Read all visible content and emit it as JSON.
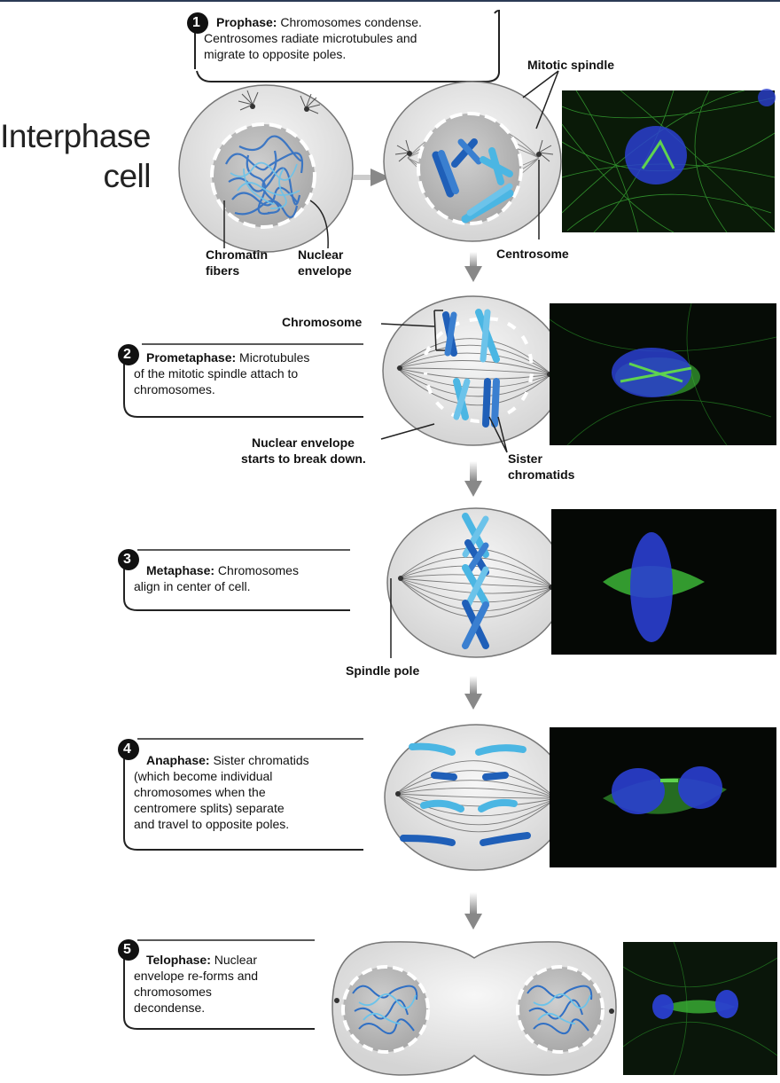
{
  "interphase": {
    "line1": "Interphase",
    "line2": "cell"
  },
  "stages": [
    {
      "number": "1",
      "name": "Prophase:",
      "line1": "Chromosomes condense.",
      "line2": "Centrosomes radiate microtubules and",
      "line3": "migrate to opposite poles."
    },
    {
      "number": "2",
      "name": "Prometaphase:",
      "line1": "Microtubules",
      "line2": "of the mitotic spindle attach to",
      "line3": "chromosomes."
    },
    {
      "number": "3",
      "name": "Metaphase:",
      "line1": "Chromosomes",
      "line2": "align in center of cell."
    },
    {
      "number": "4",
      "name": "Anaphase:",
      "line1": "Sister chromatids",
      "line2": "(which become individual",
      "line3": "chromosomes when the",
      "line4": "centromere splits) separate",
      "line5": "and travel to opposite poles."
    },
    {
      "number": "5",
      "name": "Telophase:",
      "line1": "Nuclear",
      "line2": "envelope re-forms and",
      "line3": "chromosomes",
      "line4": "decondense."
    }
  ],
  "labels": {
    "mitotic_spindle": "Mitotic spindle",
    "chromatin_1": "Chromatin",
    "chromatin_2": "fibers",
    "nuclear_env_1": "Nuclear",
    "nuclear_env_2": "envelope",
    "centrosome": "Centrosome",
    "chromosome": "Chromosome",
    "nuclear_break_1": "Nuclear envelope",
    "nuclear_break_2": "starts to break down.",
    "sister_1": "Sister",
    "sister_2": "chromatids",
    "spindle_pole": "Spindle pole"
  },
  "colors": {
    "chromosome_dark": "#1f5fb8",
    "chromosome_light": "#4bb6e3",
    "cell_fill": "#e6e6e6",
    "nucleus_fill": "#bcbcbc",
    "micro_green": "#3fbf3a",
    "micro_blue": "#2a3fd0"
  }
}
